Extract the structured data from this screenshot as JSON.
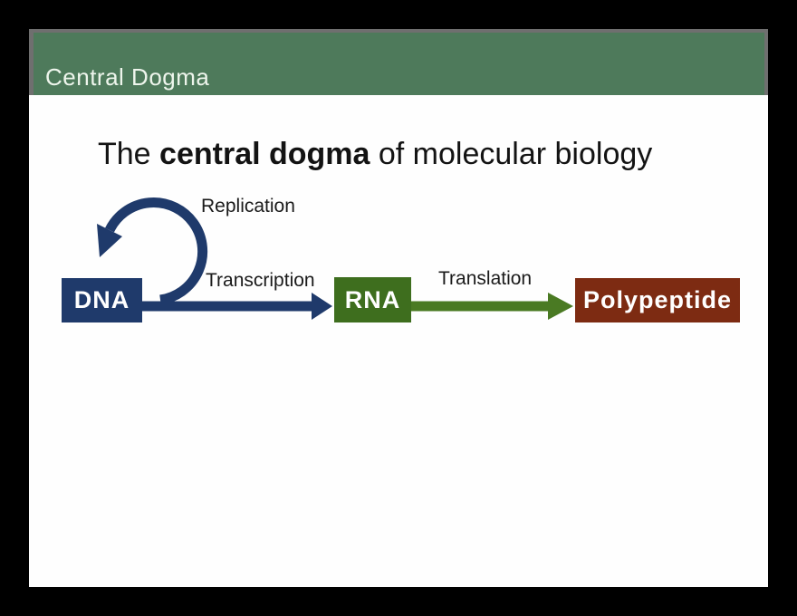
{
  "slide": {
    "header": {
      "title": "Central Dogma",
      "bg_color": "#4e7a5b",
      "border_color": "#6f6f6f",
      "text_color": "#eef5ec"
    },
    "title": {
      "prefix": "The ",
      "emphasis": "central dogma",
      "suffix": " of molecular biology"
    },
    "diagram": {
      "nodes": [
        {
          "id": "dna",
          "label": "DNA",
          "color": "#1f3a6b"
        },
        {
          "id": "rna",
          "label": "RNA",
          "color": "#3e6e1e"
        },
        {
          "id": "polypeptide",
          "label": "Polypeptide",
          "color": "#7d2b12"
        }
      ],
      "processes": [
        {
          "id": "replication",
          "label": "Replication",
          "from": "DNA",
          "to": "DNA",
          "arrow": "self-loop",
          "color": "#1f3a6b"
        },
        {
          "id": "transcription",
          "label": "Transcription",
          "from": "DNA",
          "to": "RNA",
          "arrow": "straight",
          "color": "#1f3a6b"
        },
        {
          "id": "translation",
          "label": "Translation",
          "from": "RNA",
          "to": "Polypeptide",
          "arrow": "straight",
          "color": "#4a7a23"
        }
      ],
      "label_color": "#1a1a1a"
    }
  }
}
